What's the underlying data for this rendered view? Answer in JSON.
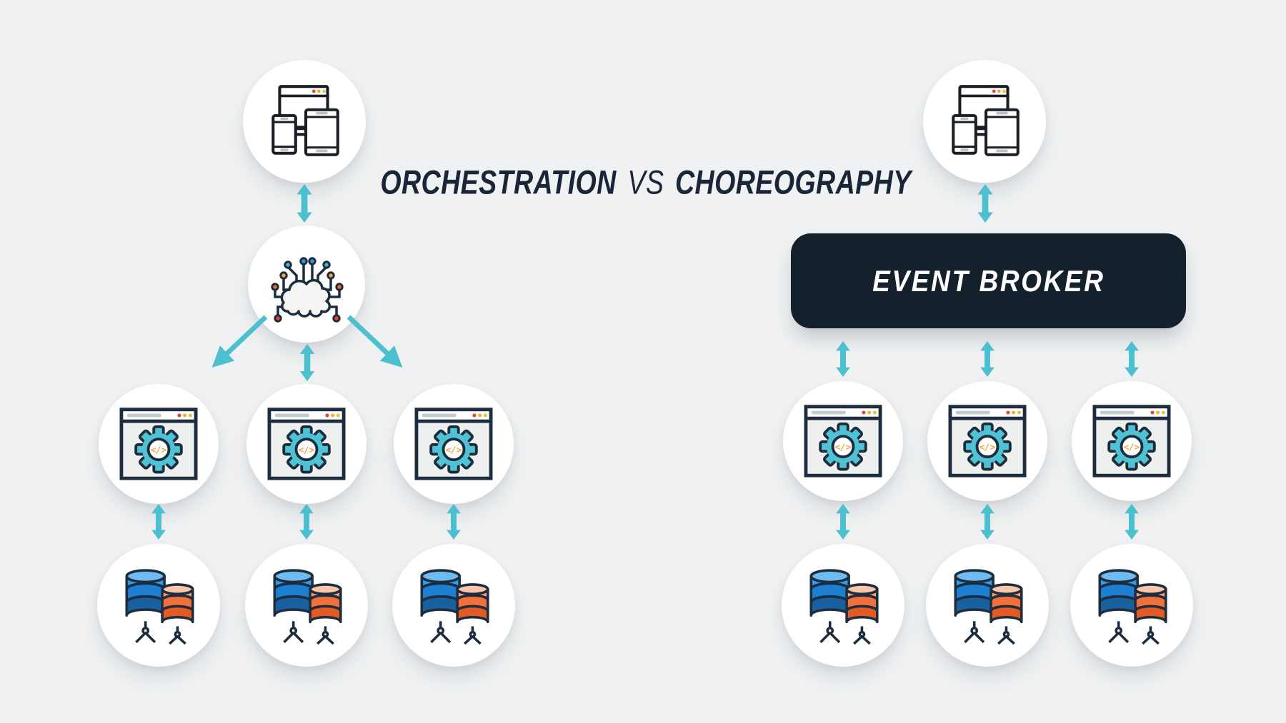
{
  "title": {
    "orchestration": "ORCHESTRATION",
    "vs": "VS",
    "choreography": "CHOREOGRAPHY"
  },
  "broker": {
    "label": "EVENT BROKER"
  },
  "colors": {
    "background": "#eff1f2",
    "node_circle": "#ffffff",
    "arrow_teal": "#4cc0cf",
    "title_navy": "#1a2638",
    "broker_background": "#15202d",
    "broker_text": "#ffffff",
    "icon_outline": "#1d2d3e",
    "gear_teal": "#4fc3d4",
    "code_orange": "#f2a33c",
    "browser_dot_red": "#e8432e",
    "browser_dot_yellow": "#f2b32c",
    "browser_dot_green": "#d8cc3a",
    "circuit_dot_blue": "#2d9cdb",
    "circuit_dot_cyan": "#3fb8cf",
    "circuit_dot_orange": "#f2a33c",
    "circuit_dot_red": "#e8432e",
    "database_blue_bands": [
      "#6fbcf2",
      "#2d9ff0",
      "#1d7fd2",
      "#1a5f9e"
    ],
    "database_orange_bands": [
      "#f9c7a9",
      "#f89f74",
      "#f1703c",
      "#e35b22"
    ]
  },
  "icons": {
    "client": "responsive-devices-icon",
    "orchestrator": "cloud-circuit-icon",
    "service": "gear-browser-icon",
    "database": "database-servers-icon",
    "link": "double-arrow-icon"
  },
  "diagram": {
    "left_pattern": {
      "client_nodes": 1,
      "orchestrator_nodes": 1,
      "service_nodes": 3,
      "database_nodes": 3
    },
    "right_pattern": {
      "client_nodes": 1,
      "event_broker_nodes": 1,
      "service_nodes": 3,
      "database_nodes": 3
    }
  }
}
